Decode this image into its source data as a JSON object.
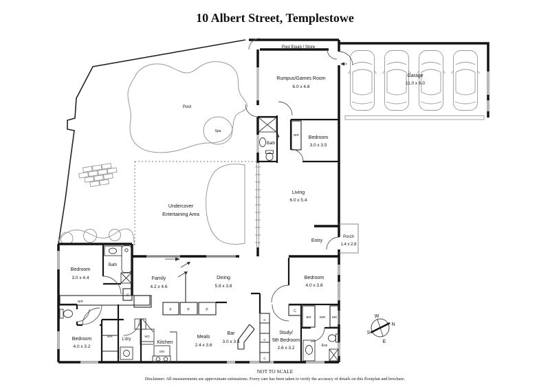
{
  "title": "10 Albert Street, Templestowe",
  "labels": {
    "pool_equip_store": "Pool Equip / Store",
    "pool": "Pool",
    "spa": "Spa",
    "bath": "Bath",
    "entry": "Entry",
    "ldry": "L'dry",
    "kitchen": "Kitchen",
    "ens": "Ens",
    "bir": "BIR",
    "wir": "WIR",
    "c": "C",
    "f": "F",
    "p": "P",
    "wo": "WO",
    "dw": "DW"
  },
  "rooms": {
    "rumpus": {
      "name": "Rumpus/Games Room",
      "dims": "6.0 x 4.8"
    },
    "garage": {
      "name": "Garage",
      "dims": "11.0 x 6.0"
    },
    "bedroom_1": {
      "name": "Bedroom",
      "dims": "3.0 x 3.5"
    },
    "living": {
      "name": "Living",
      "dims": "6.0 x 5.4"
    },
    "porch": {
      "name": "Porch",
      "dims": "1.4 x 2.8"
    },
    "undercover": {
      "name": "Undercover",
      "name2": "Entertaining Area"
    },
    "bedroom_2": {
      "name": "Bedroom",
      "dims": "3.0 x 4.4"
    },
    "family": {
      "name": "Family",
      "dims": "4.2 x 4.6"
    },
    "dining": {
      "name": "Dining",
      "dims": "5.8 x 3.8"
    },
    "bedroom_3": {
      "name": "Bedroom",
      "dims": "4.0 x 3.8"
    },
    "bedroom_4": {
      "name": "Bedroom",
      "dims": "4.0 x 3.2"
    },
    "meals": {
      "name": "Meals",
      "dims": "2.4 x 3.6"
    },
    "bar": {
      "name": "Bar",
      "dims": "3.0 x 3.4"
    },
    "study": {
      "name": "Study/",
      "name2": "5th Bedroom",
      "dims": "2.6 x 3.2"
    }
  },
  "compass": {
    "n": "N",
    "s": "S",
    "e": "E",
    "w": "W"
  },
  "footer": {
    "scale_note": "NOT TO SCALE",
    "disclaimer": "Disclaimer: All measurements are approximate estimations. Every care has been taken to verify the accuracy of details on this floorplan and brochure."
  },
  "colors": {
    "wall": "#141414",
    "window": "#bcbcbc"
  }
}
